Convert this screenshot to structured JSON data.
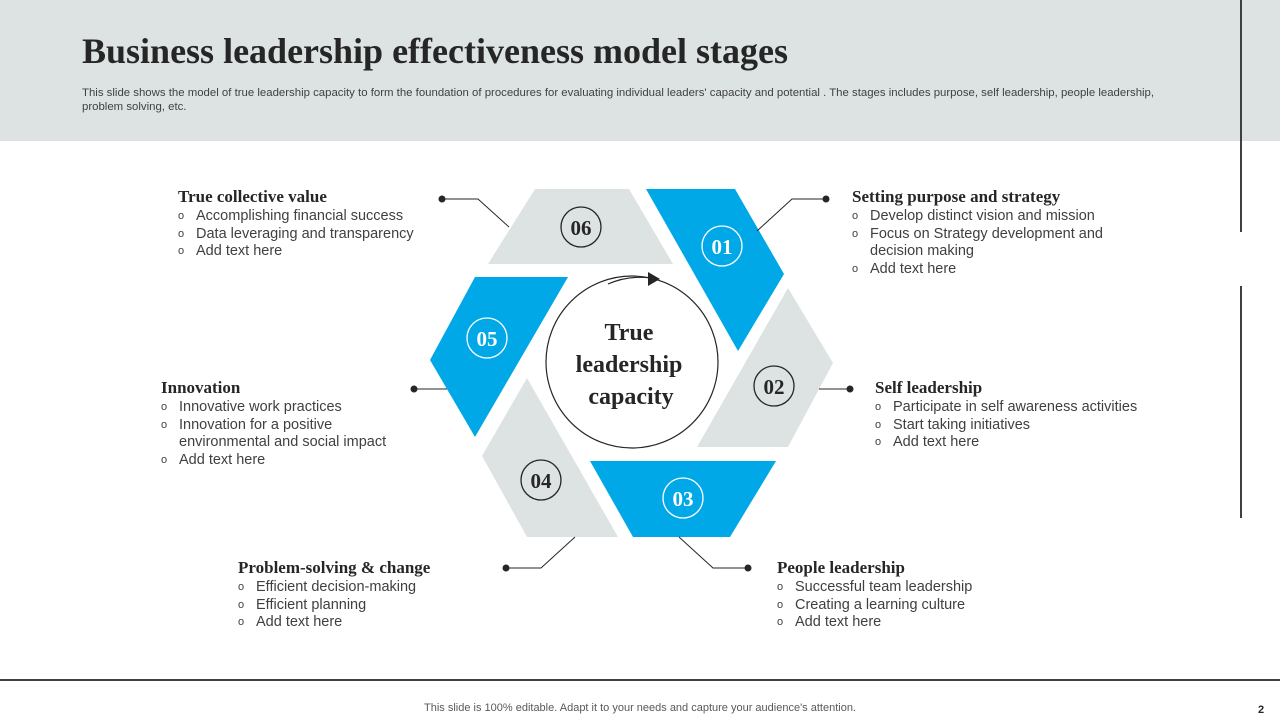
{
  "header": {
    "title": "Business leadership effectiveness model stages",
    "subtitle": "This slide shows the model of true leadership capacity to form the foundation of procedures for evaluating individual leaders' capacity and potential . The stages includes purpose, self leadership, people leadership, problem solving, etc."
  },
  "center": {
    "line1": "True",
    "line2": "leadership",
    "line3": "capacity"
  },
  "colors": {
    "accent": "#00a8e8",
    "gray": "#dde3e3",
    "dark": "#262626"
  },
  "stages": [
    {
      "number": "01",
      "title": "Setting purpose and strategy",
      "items": [
        "Develop distinct vision and mission",
        "Focus on Strategy development and decision making",
        "Add text here"
      ]
    },
    {
      "number": "02",
      "title": "Self leadership",
      "items": [
        "Participate in self awareness activities",
        "Start taking initiatives",
        "Add text here"
      ]
    },
    {
      "number": "03",
      "title": "People leadership",
      "items": [
        "Successful team leadership",
        "Creating a learning culture",
        "Add text here"
      ]
    },
    {
      "number": "04",
      "title": "Problem-solving & change",
      "items": [
        "Efficient decision-making",
        "Efficient planning",
        "Add text here"
      ]
    },
    {
      "number": "05",
      "title": "Innovation",
      "items": [
        "Innovative  work practices",
        "Innovation  for a positive environmental and social impact",
        "Add text here"
      ]
    },
    {
      "number": "06",
      "title": "True collective value",
      "items": [
        "Accomplishing financial success",
        "Data leveraging and transparency",
        "Add text here"
      ]
    }
  ],
  "footer": {
    "note": "This slide is 100% editable. Adapt it to your needs and capture your audience's attention.",
    "page": "2"
  }
}
